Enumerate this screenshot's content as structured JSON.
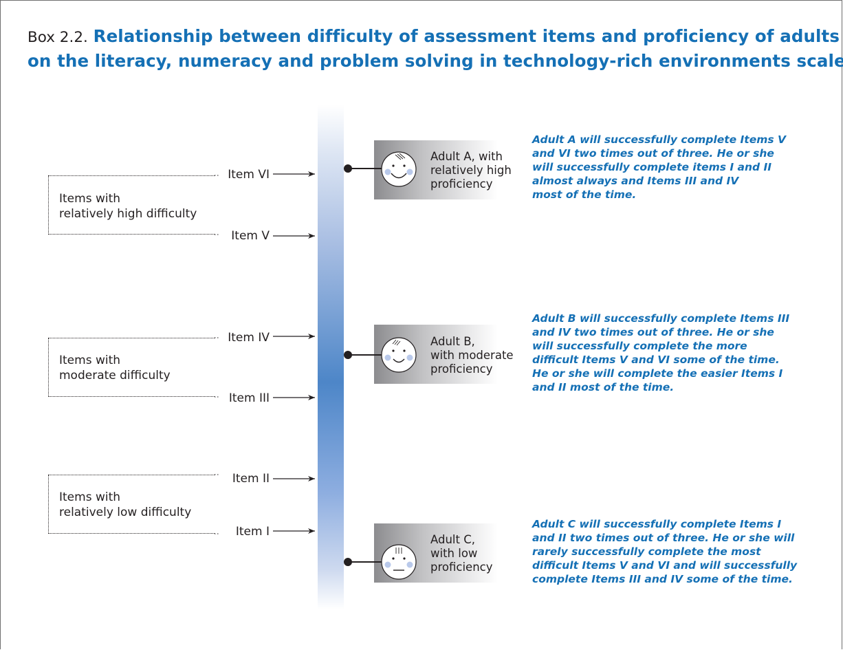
{
  "title": {
    "prefix": "Box 2.2.",
    "line1": "Relationship between difficulty of assessment items and proficiency of adults",
    "line2": "on the literacy, numeracy and problem solving in technology-rich environments scales"
  },
  "groups": [
    {
      "line1": "Items with",
      "line2": "relatively high difficulty"
    },
    {
      "line1": "Items with",
      "line2": "moderate difficulty"
    },
    {
      "line1": "Items with",
      "line2": "relatively low difficulty"
    }
  ],
  "items": [
    "Item VI",
    "Item V",
    "Item IV",
    "Item III",
    "Item II",
    "Item I"
  ],
  "adults": [
    {
      "label": [
        "Adult A, with",
        "relatively high",
        "proficiency"
      ],
      "mood": "happy",
      "description": [
        "Adult A will successfully complete Items V",
        "and VI two times out of three. He or she",
        "will successfully complete items I and II",
        "almost always and Items III and IV",
        "most of the time."
      ]
    },
    {
      "label": [
        "Adult B,",
        "with moderate",
        "proficiency"
      ],
      "mood": "smile",
      "description": [
        "Adult B will successfully complete Items III",
        "and IV two times out of three. He or she",
        "will successfully complete the more",
        "difficult Items V and VI some of the time.",
        "He or she will complete the easier Items I",
        "and II most of the time."
      ]
    },
    {
      "label": [
        "Adult C,",
        "with low",
        "proficiency"
      ],
      "mood": "neutral",
      "description": [
        "Adult C will successfully complete Items I",
        "and II two times out of three. He or she will",
        "rarely successfully complete the most",
        "difficult Items V and VI and will successfully",
        "complete Items III and IV some of the time."
      ]
    }
  ],
  "colors": {
    "accent": "#1570b5",
    "scale_mid": "#4d86c8",
    "text": "#231f20"
  }
}
